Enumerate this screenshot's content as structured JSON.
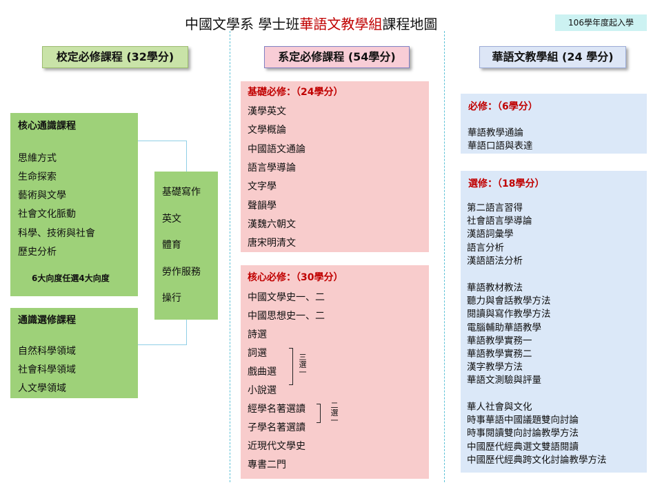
{
  "title": {
    "prefix": "中國文學系 學士班",
    "highlight": "華語文教學組",
    "suffix": "課程地圖"
  },
  "year_badge": "106學年度起入學",
  "headers": {
    "school": "校定必修課程 (32學分)",
    "dept": "系定必修課程 (54學分)",
    "chinese": "華語文教學組 (24 學分)"
  },
  "core_ge": {
    "title": "核心通識課程",
    "items": [
      "思維方式",
      "生命探索",
      "藝術與文學",
      "社會文化脈動",
      "科學、技術與社會",
      "歷史分析"
    ],
    "note": "6大向度任選4大向度"
  },
  "elective_ge": {
    "title": "通識選修課程",
    "items": [
      "自然科學領域",
      "社會科學領域",
      "人文學領域"
    ]
  },
  "basic_skills": {
    "items": [
      "基礎寫作",
      "英文",
      "體育",
      "勞作服務",
      "操行"
    ]
  },
  "basic_required": {
    "title": "基礎必修：（24學分）",
    "items": [
      "漢學英文",
      "文學概論",
      "中國語文通論",
      "語言學導論",
      "文字學",
      "聲韻學",
      "漢魏六朝文",
      "唐宋明清文"
    ]
  },
  "core_required": {
    "title": "核心必修：（30學分）",
    "items": [
      "中國文學史一、二",
      "中國思想史一、二",
      "詩選",
      "詞選",
      "戲曲選",
      "小說選",
      "經學名著選讀",
      "子學名著選讀",
      "近現代文學史",
      "專書二門"
    ],
    "bracket1": "三選一",
    "bracket2": "二選一"
  },
  "chinese_required": {
    "title": "必修：（6學分）",
    "items": [
      "華語教學通論",
      "華語口語與表達"
    ]
  },
  "chinese_elective": {
    "title": "選修：（18學分）",
    "group1": [
      "第二語言習得",
      "社會語言學導論",
      "漢語詞彙學",
      "語言分析",
      "漢語語法分析"
    ],
    "group2": [
      "華語教材教法",
      "聽力與會話教學方法",
      "閱讀與寫作教學方法",
      "電腦輔助華語教學",
      "華語教學實務一",
      "華語教學實務二",
      "漢字教學方法",
      "華語文測驗與評量"
    ],
    "group3": [
      "華人社會與文化",
      "時事華語中國議題雙向討論",
      "時事閱讀雙向討論教學方法",
      "中國歷代經典選文雙語閱讀",
      "中國歷代經典跨文化討論教學方法"
    ]
  }
}
